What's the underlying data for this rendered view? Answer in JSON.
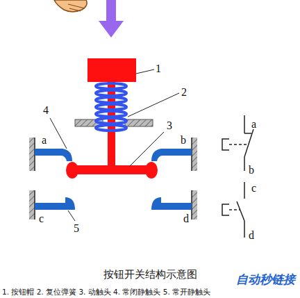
{
  "diagram": {
    "caption": "按钮开关结构示意图",
    "labels": [
      "1",
      "2",
      "3",
      "4",
      "5",
      "a",
      "b",
      "c",
      "d",
      "a",
      "b",
      "c",
      "d",
      "1. 按钮帽 2. 复位弹簧 3. 动触头 4. 常闭静触头 5. 常开静触头",
      "自动秒链接"
    ]
  }
}
